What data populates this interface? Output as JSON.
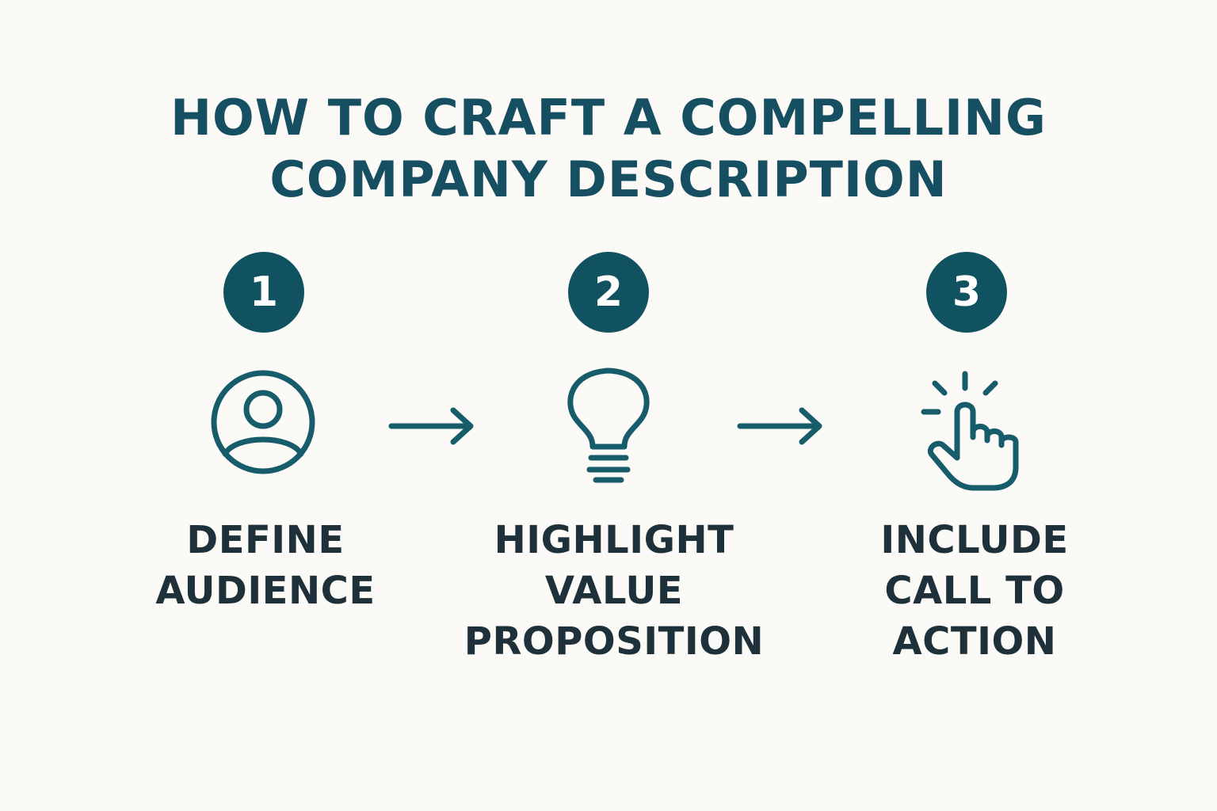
{
  "title": {
    "line1": "HOW TO CRAFT A COMPELLING",
    "line2": "COMPANY DESCRIPTION"
  },
  "steps": [
    {
      "number": "1",
      "icon": "user-profile-icon",
      "label_lines": [
        "DEFINE",
        "AUDIENCE"
      ]
    },
    {
      "number": "2",
      "icon": "lightbulb-icon",
      "label_lines": [
        "HIGHLIGHT",
        "VALUE",
        "PROPOSITION"
      ]
    },
    {
      "number": "3",
      "icon": "pointer-click-icon",
      "label_lines": [
        "INCLUDE",
        "CALL TO",
        "ACTION"
      ]
    }
  ],
  "connector_icon": "arrow-right-icon",
  "colors": {
    "background": "#fbfaf6",
    "title": "#164f62",
    "badge": "#10525f",
    "icon_stroke": "#175c6b",
    "label_text": "#1e3039"
  }
}
